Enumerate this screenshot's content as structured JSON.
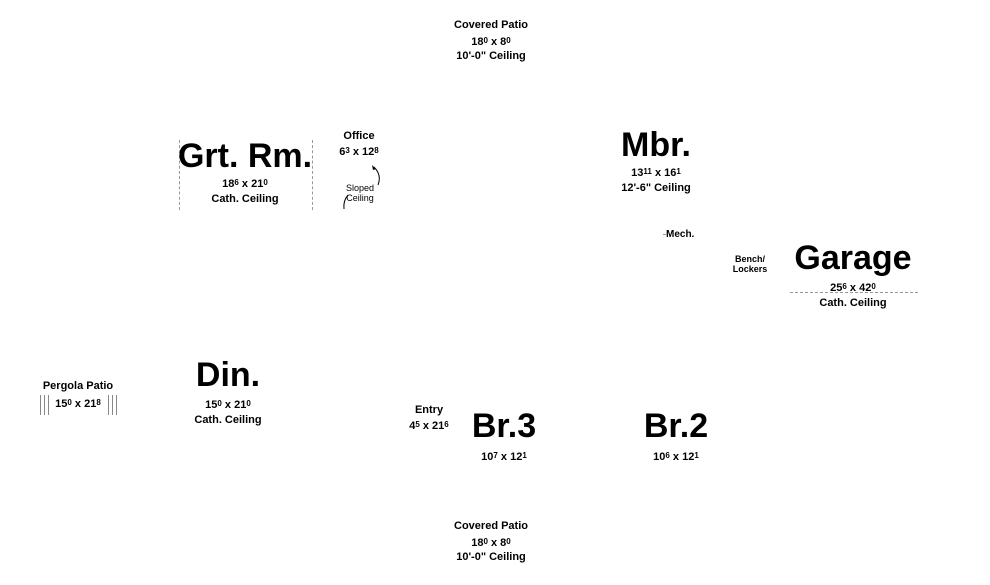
{
  "rooms": {
    "covered_patio_top": {
      "name": "Covered Patio",
      "dim_w": "18",
      "dim_w_in": "0",
      "dim_d": "8",
      "dim_d_in": "0",
      "ceiling": "10'-0\" Ceiling"
    },
    "grt_rm": {
      "name": "Grt. Rm.",
      "dim_w": "18",
      "dim_w_in": "6",
      "dim_d": "21",
      "dim_d_in": "0",
      "ceiling": "Cath. Ceiling"
    },
    "office": {
      "name": "Office",
      "dim_w": "6",
      "dim_w_in": "3",
      "dim_d": "12",
      "dim_d_in": "8",
      "note": "Sloped",
      "note2": "Ceiling"
    },
    "mbr": {
      "name": "Mbr.",
      "dim_w": "13",
      "dim_w_in": "11",
      "dim_d": "16",
      "dim_d_in": "1",
      "ceiling": "12'-6\" Ceiling"
    },
    "mech": {
      "name": "Mech."
    },
    "bench": {
      "line1": "Bench/",
      "line2": "Lockers"
    },
    "garage": {
      "name": "Garage",
      "dim_w": "25",
      "dim_w_in": "6",
      "dim_d": "42",
      "dim_d_in": "0",
      "ceiling": "Cath. Ceiling"
    },
    "pergola": {
      "name": "Pergola Patio",
      "dim_w": "15",
      "dim_w_in": "0",
      "dim_d": "21",
      "dim_d_in": "8"
    },
    "din": {
      "name": "Din.",
      "dim_w": "15",
      "dim_w_in": "0",
      "dim_d": "21",
      "dim_d_in": "0",
      "ceiling": "Cath. Ceiling"
    },
    "entry": {
      "name": "Entry",
      "dim_w": "4",
      "dim_w_in": "5",
      "dim_d": "21",
      "dim_d_in": "6"
    },
    "br3": {
      "name": "Br.3",
      "dim_w": "10",
      "dim_w_in": "7",
      "dim_d": "12",
      "dim_d_in": "1"
    },
    "br2": {
      "name": "Br.2",
      "dim_w": "10",
      "dim_w_in": "6",
      "dim_d": "12",
      "dim_d_in": "1"
    },
    "covered_patio_bottom": {
      "name": "Covered Patio",
      "dim_w": "18",
      "dim_w_in": "0",
      "dim_d": "8",
      "dim_d_in": "0",
      "ceiling": "10'-0\" Ceiling"
    }
  }
}
